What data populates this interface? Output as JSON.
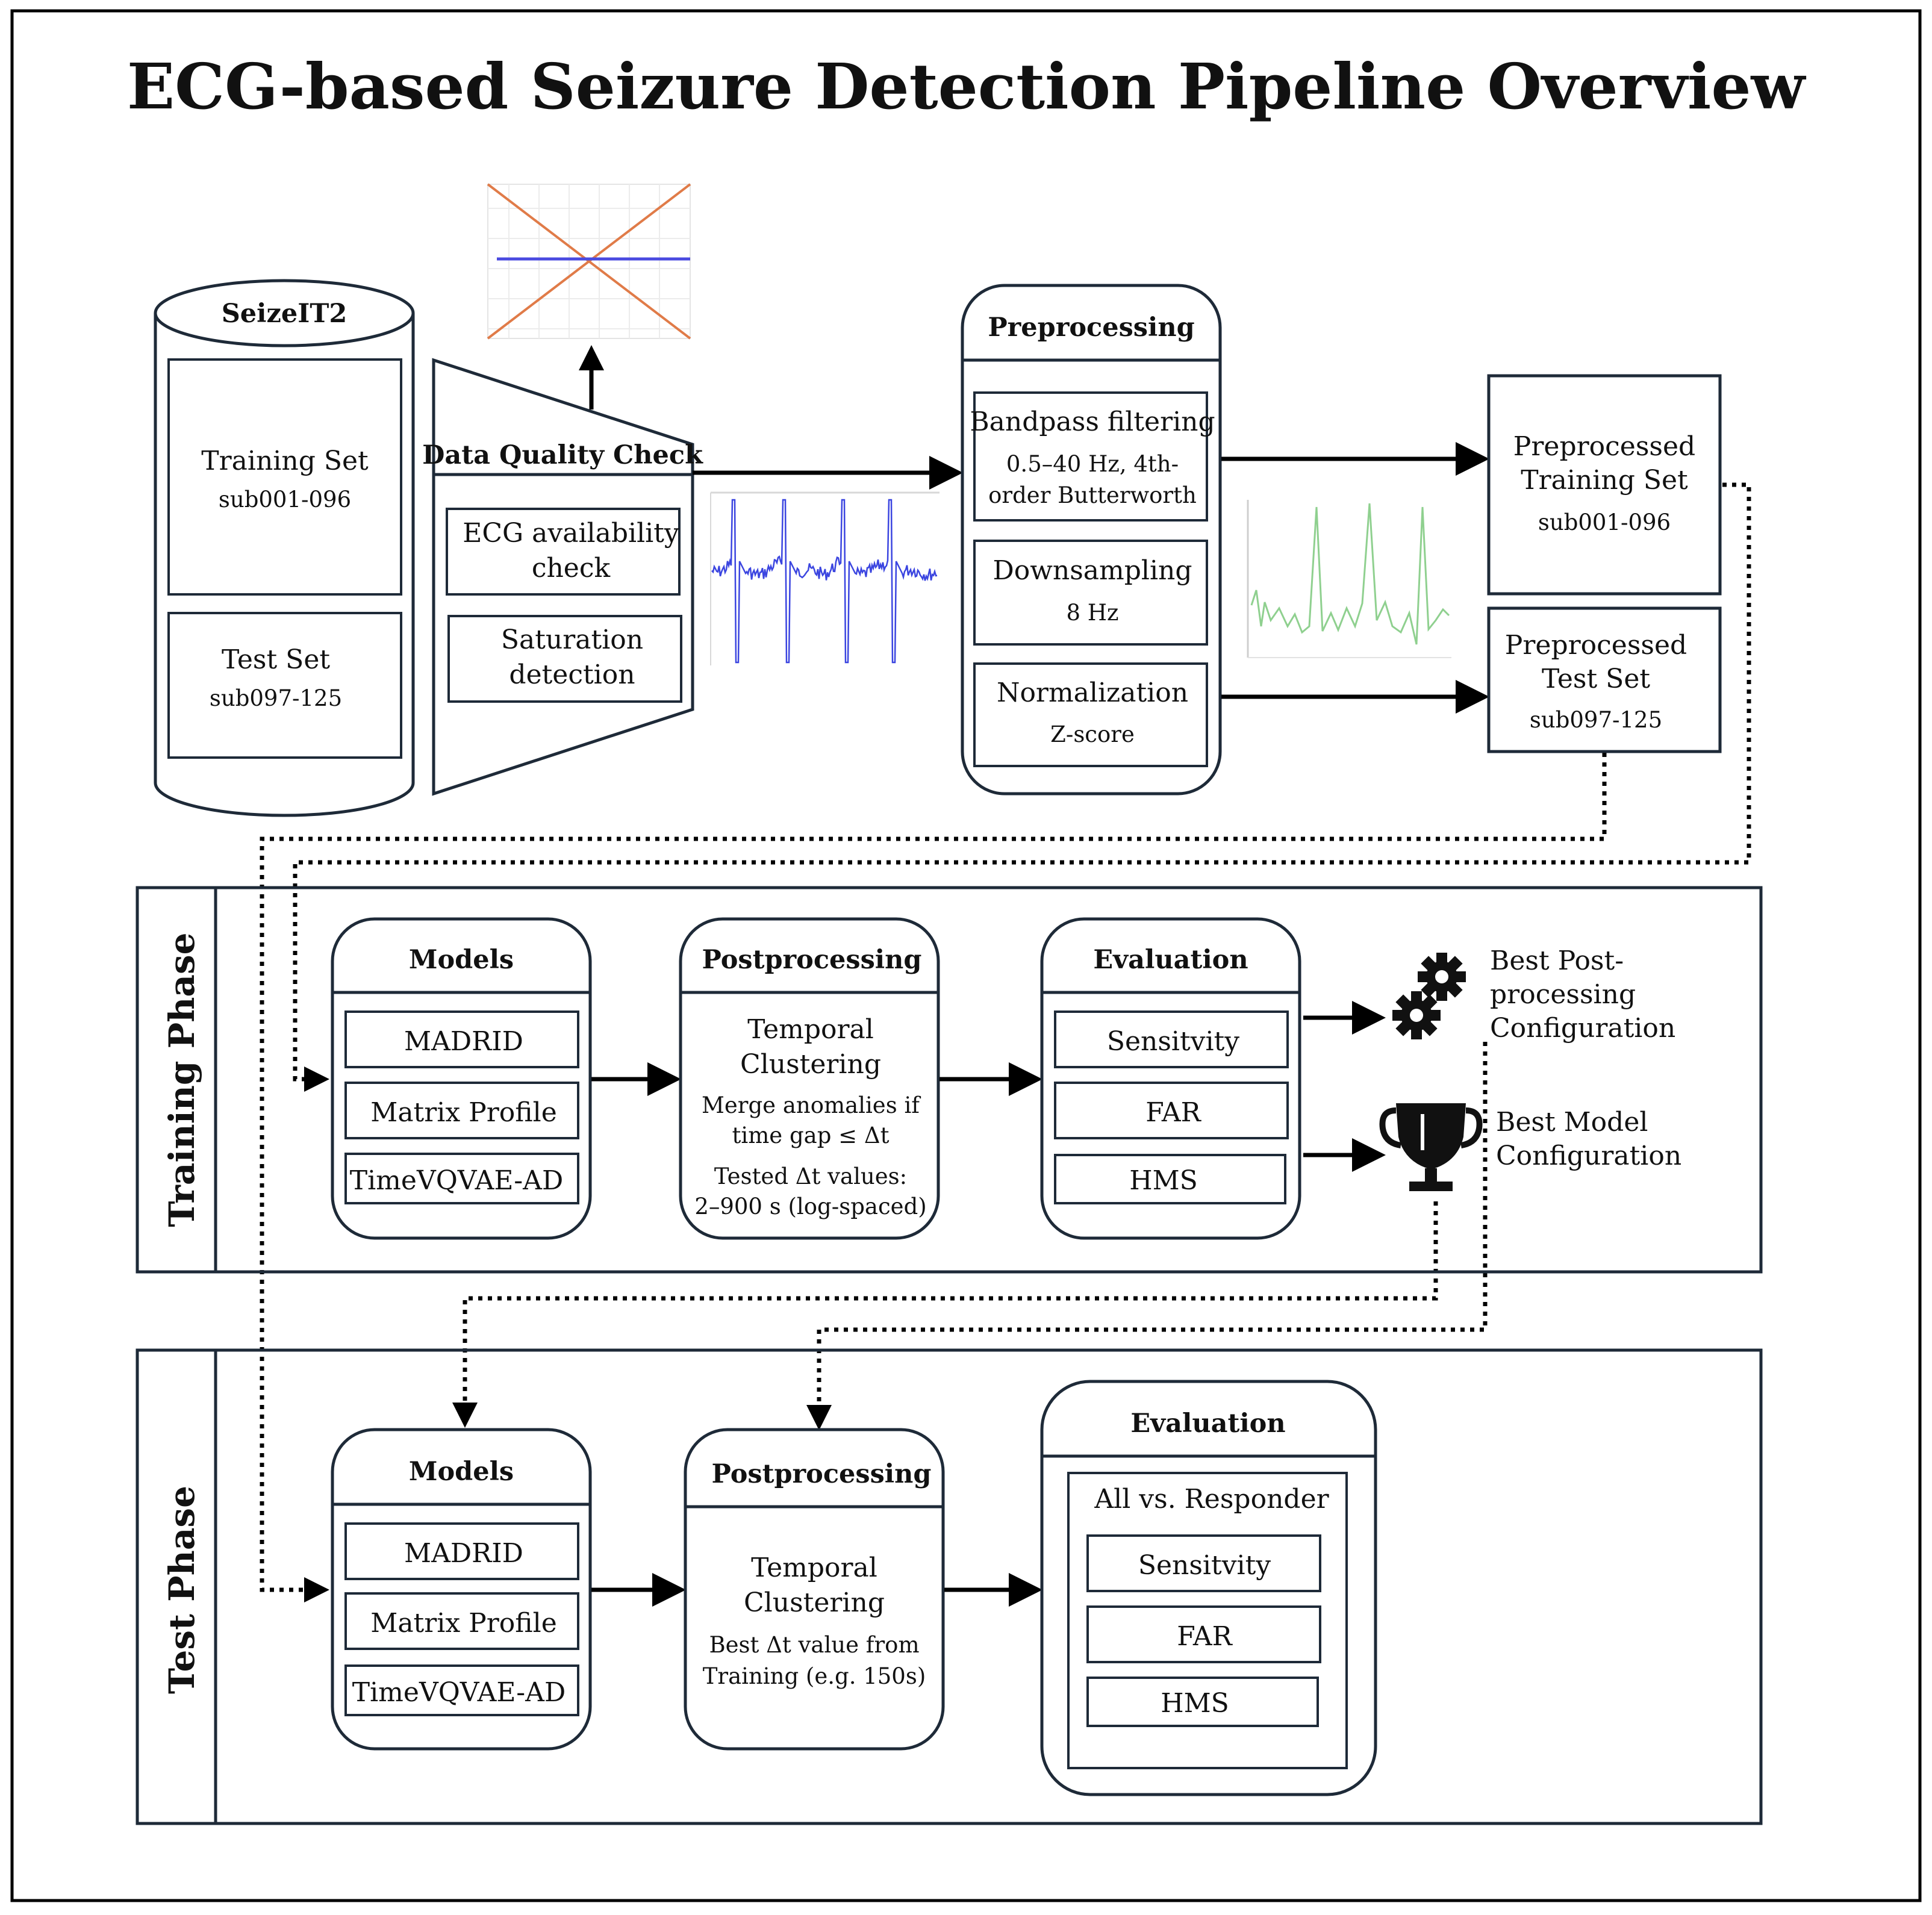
{
  "title": "ECG-based Seizure Detection Pipeline Overview",
  "dataset": {
    "name": "SeizeIT2",
    "train_label": "Training Set",
    "train_range": "sub001-096",
    "test_label": "Test Set",
    "test_range": "sub097-125"
  },
  "quality": {
    "title": "Data Quality Check",
    "item1_line1": "ECG availability",
    "item1_line2": "check",
    "item2_line1": "Saturation",
    "item2_line2": "detection"
  },
  "preprocessing": {
    "title": "Preprocessing",
    "bandpass_title": "Bandpass filtering",
    "bandpass_line1": "0.5–40 Hz, 4th-",
    "bandpass_line2": "order Butterworth",
    "downsampling_title": "Downsampling",
    "downsampling_value": "8 Hz",
    "normalization_title": "Normalization",
    "normalization_value": "Z-score"
  },
  "preprocessed": {
    "train_line1": "Preprocessed",
    "train_line2": "Training Set",
    "train_range": "sub001-096",
    "test_line1": "Preprocessed",
    "test_line2": "Test Set",
    "test_range": "sub097-125"
  },
  "training_phase": {
    "label": "Training Phase",
    "models_title": "Models",
    "models": [
      "MADRID",
      "Matrix Profile",
      "TimeVQVAE-AD"
    ],
    "post_title": "Postprocessing",
    "post_line1": "Temporal",
    "post_line2": "Clustering",
    "post_desc1": "Merge anomalies if",
    "post_desc2": "time gap ≤ Δt",
    "post_desc3": "Tested Δt values:",
    "post_desc4": "2–900 s (log-spaced)",
    "eval_title": "Evaluation",
    "metrics": [
      "Sensitvity",
      "FAR",
      "HMS"
    ],
    "best_post_line1": "Best Post-",
    "best_post_line2": "processing",
    "best_post_line3": "Configuration",
    "best_model_line1": "Best Model",
    "best_model_line2": "Configuration"
  },
  "test_phase": {
    "label": "Test Phase",
    "models_title": "Models",
    "models": [
      "MADRID",
      "Matrix Profile",
      "TimeVQVAE-AD"
    ],
    "post_title": "Postprocessing",
    "post_line1": "Temporal",
    "post_line2": "Clustering",
    "post_desc1": "Best Δt value from",
    "post_desc2": "Training (e.g. 150s)",
    "eval_title": "Evaluation",
    "eval_group": "All vs. Responder",
    "metrics": [
      "Sensitvity",
      "FAR",
      "HMS"
    ]
  },
  "icons": {
    "gears": "gears-icon",
    "trophy": "trophy-icon"
  },
  "colors": {
    "raw_ecg": "#3b45e0",
    "processed_ecg": "#8fd08f",
    "check_x_line": "#e07b48",
    "check_flat_line": "#4a4ae0",
    "border": "#1e2a38"
  }
}
